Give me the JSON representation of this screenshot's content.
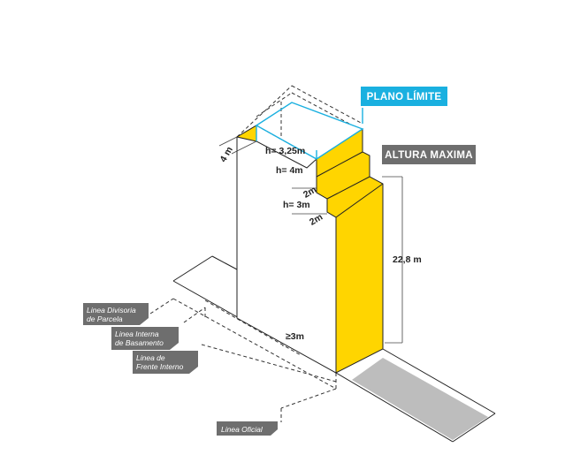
{
  "tags": {
    "plano_limite": "PLANO LÍMITE",
    "altura_maxima": "ALTURA MAXIMA"
  },
  "dimensions": {
    "setback_4m": "4 m",
    "h_325": "h= 3,25m",
    "h_4": "h= 4m",
    "step_2m_a": "2m",
    "h_3": "h= 3m",
    "step_2m_b": "2m",
    "height_228": "22,8 m",
    "min_3m": "≥3m"
  },
  "labels": {
    "divisoria": [
      "Linea Divisoria",
      "de Parcela"
    ],
    "basamento": [
      "Linea Interna",
      "de Basamento"
    ],
    "frente": [
      "Linea de",
      "Frente Interno"
    ],
    "oficial": "Linea Oficial"
  },
  "colors": {
    "yellow": "#ffd500",
    "cyan": "#1ab0e0",
    "gray_tag": "#6e6e6e",
    "sidewalk": "#bdbdbd"
  }
}
